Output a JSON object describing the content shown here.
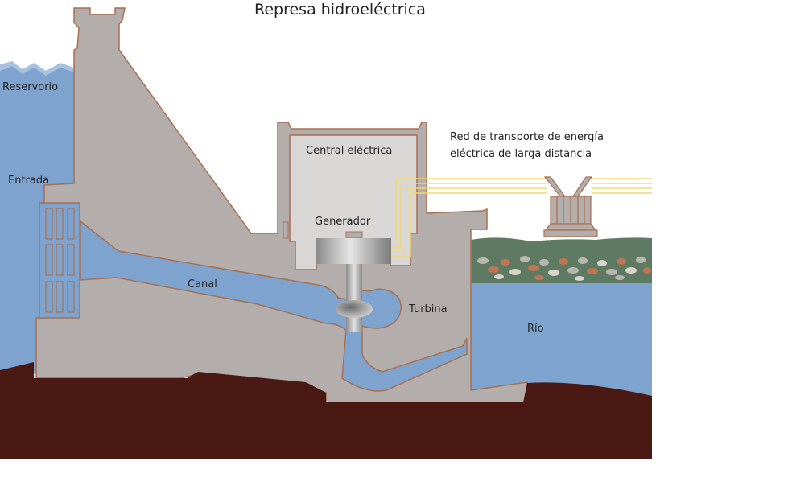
{
  "title": "Represa hidroeléctrica",
  "labels": {
    "reservoir": "Reservorio",
    "intake": "Entrada",
    "powerhouse": "Central eléctrica",
    "generator": "Generador",
    "penstock": "Canal",
    "turbine": "Turbina",
    "river": "Río",
    "power_lines_line1": "Red de transporte de energía",
    "power_lines_line2": "eléctrica de larga distancia"
  },
  "colors": {
    "water": "#7fa3cf",
    "water_light": "#a9c2e0",
    "concrete": "#b3aeab",
    "concrete_outline": "#a86f50",
    "powerhouse_interior": "#d9d7d6",
    "ground": "#4a1913",
    "grass": "#5e7a63",
    "power_line": "#f5d76e"
  }
}
